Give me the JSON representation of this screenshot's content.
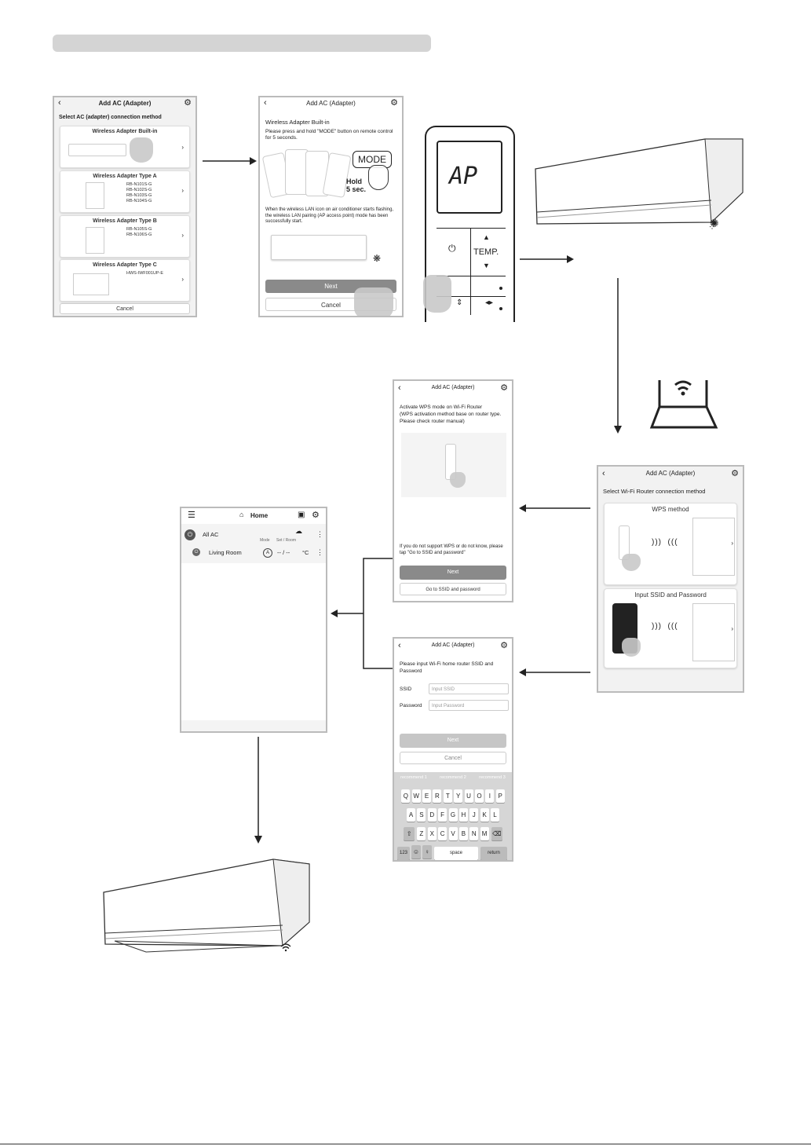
{
  "screen1": {
    "title": "Add AC (Adapter)",
    "subtitle": "Select AC (adapter) connection method",
    "options": [
      {
        "title": "Wireless Adapter Built-in",
        "models": ""
      },
      {
        "title": "Wireless Adapter Type A",
        "models": "RB-N101S-G\nRB-N102S-G\nRB-N103S-G\nRB-N104S-G"
      },
      {
        "title": "Wireless Adapter Type B",
        "models": "RB-N105S-G\nRB-N106S-G"
      },
      {
        "title": "Wireless Adapter Type C",
        "models": "HWS-IWF001UP-E"
      }
    ],
    "cancel": "Cancel"
  },
  "screen2": {
    "title": "Add AC (Adapter)",
    "heading": "Wireless Adapter Built-in",
    "instruction": "Please press and hold \"MODE\" button on remote control for 5 seconds.",
    "mode_label": "MODE",
    "hold_label": "Hold\n5 sec.",
    "flash_note": "When the wireless LAN icon on air conditioner starts flashing, the wireless LAN pairing (AP access point) mode has been successfully start.",
    "next": "Next",
    "cancel": "Cancel"
  },
  "remote": {
    "display": "AP",
    "power_symbol": "⏻",
    "temp_label": "TEMP.",
    "up": "▲",
    "down": "▼"
  },
  "screen_wps": {
    "title": "Add AC (Adapter)",
    "instruction": "Activate WPS mode on Wi-Fi Router\n(WPS activation method base on router type. Please check router manual)",
    "note": "If you do not support WPS or do not know, please tap \"Go to SSID and password\"",
    "next": "Next",
    "goto": "Go to SSID and password"
  },
  "screen_router": {
    "title": "Add AC (Adapter)",
    "subtitle": "Select Wi-Fi Router connection method",
    "wps": "WPS method",
    "ssid": "Input SSID and Password"
  },
  "screen_ssid": {
    "title": "Add AC (Adapter)",
    "instruction": "Please input Wi-Fi home router SSID and Password",
    "ssid_label": "SSID",
    "ssid_placeholder": "Input SSID",
    "password_label": "Password",
    "password_placeholder": "Input Password",
    "next": "Next",
    "cancel": "Cancel",
    "suggestions": [
      "recommend 1",
      "recommend 2",
      "recommend 3"
    ],
    "row1": [
      "Q",
      "W",
      "E",
      "R",
      "T",
      "Y",
      "U",
      "O",
      "I",
      "P"
    ],
    "row2": [
      "A",
      "S",
      "D",
      "F",
      "G",
      "H",
      "J",
      "K",
      "L"
    ],
    "row3": [
      "Z",
      "X",
      "C",
      "V",
      "B",
      "N",
      "M"
    ],
    "num_key": "123",
    "space": "space",
    "return": "return"
  },
  "screen_home": {
    "title": "Home",
    "all_ac": "All AC",
    "col_mode": "Mode",
    "col_set": "Set / Room",
    "room": "Living Room",
    "mode_icon": "A",
    "temp": "-- / --",
    "unit": "°C"
  }
}
